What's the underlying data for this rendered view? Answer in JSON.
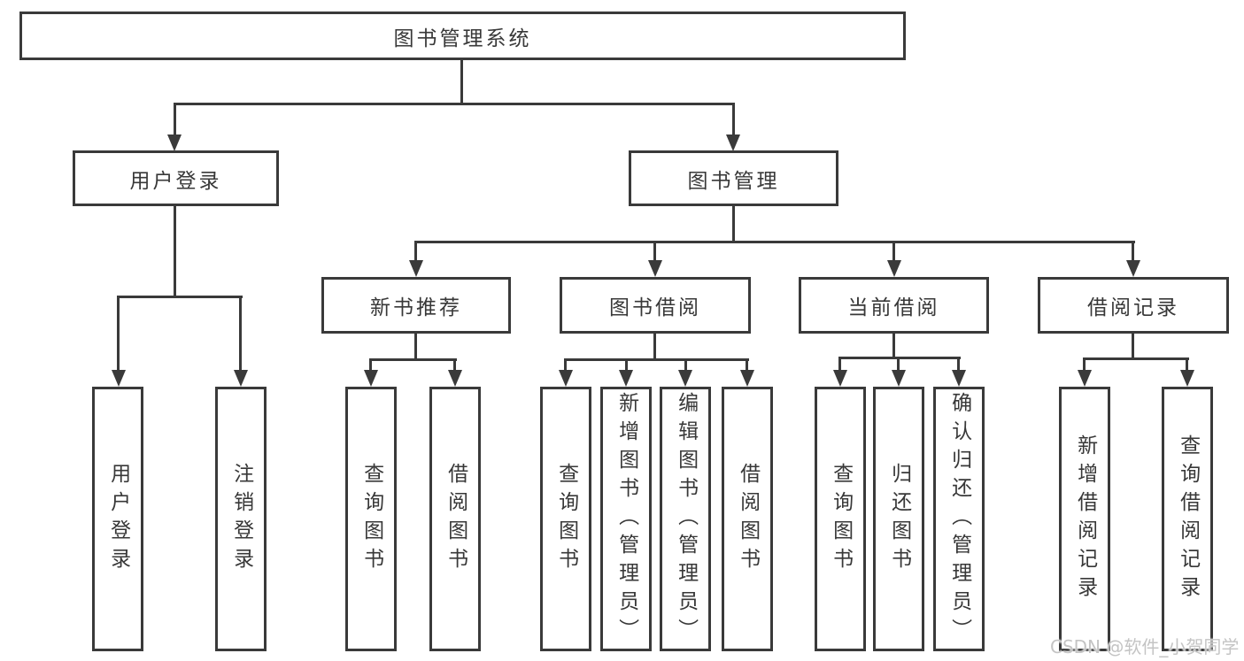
{
  "colors": {
    "line": "#3a3a3a",
    "text": "#383838",
    "bg": "#ffffff",
    "watermark": "#c4c4c4"
  },
  "diagram": {
    "root": {
      "label": "图书管理系统"
    },
    "branches": [
      {
        "label": "用户登录",
        "children": [
          {
            "label": "用户登录"
          },
          {
            "label": "注销登录"
          }
        ]
      },
      {
        "label": "图书管理",
        "children": [
          {
            "label": "新书推荐",
            "children": [
              {
                "label": "查询图书"
              },
              {
                "label": "借阅图书"
              }
            ]
          },
          {
            "label": "图书借阅",
            "children": [
              {
                "label": "查询图书"
              },
              {
                "label": "新增图书（管理员）"
              },
              {
                "label": "编辑图书（管理员）"
              },
              {
                "label": "借阅图书"
              }
            ]
          },
          {
            "label": "当前借阅",
            "children": [
              {
                "label": "查询图书"
              },
              {
                "label": "归还图书"
              },
              {
                "label": "确认归还（管理员）"
              }
            ]
          },
          {
            "label": "借阅记录",
            "children": [
              {
                "label": "新增借阅记录"
              },
              {
                "label": "查询借阅记录"
              }
            ]
          }
        ]
      }
    ]
  },
  "watermark": {
    "text": "CSDN @软件_小贺同学"
  }
}
